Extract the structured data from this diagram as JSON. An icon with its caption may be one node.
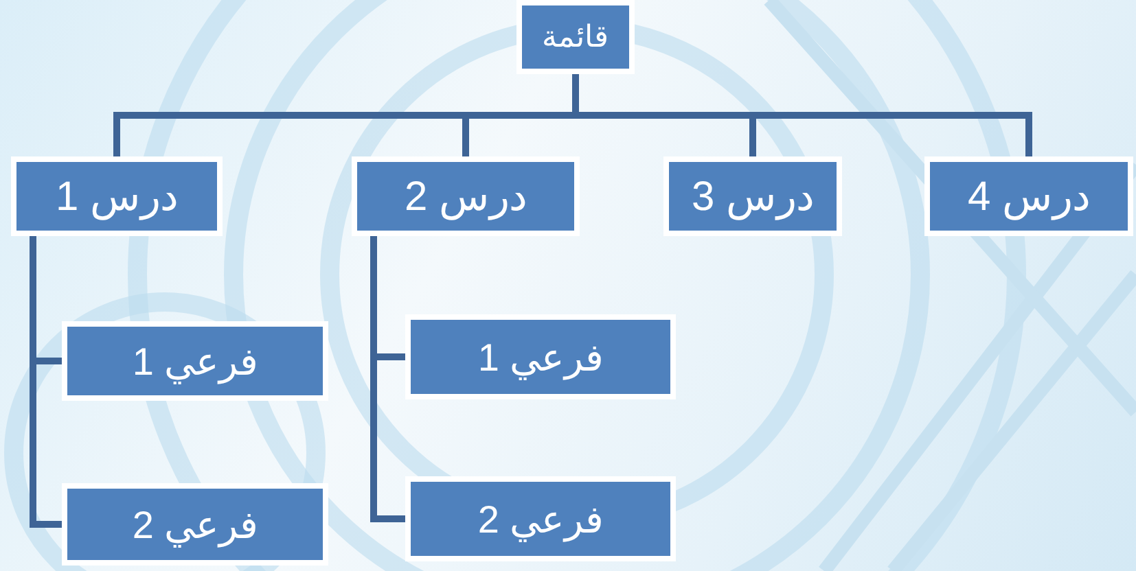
{
  "diagram": {
    "nodes": [
      {
        "text": [
          "قائمة"
        ]
      },
      {
        "text": [
          "درس 1"
        ]
      },
      {
        "text": [
          "درس 2"
        ]
      },
      {
        "text": [
          "درس 3"
        ]
      },
      {
        "text": [
          "درس 4"
        ]
      },
      {
        "text": [
          "فرعي 1"
        ]
      },
      {
        "text": [
          "فرعي 2"
        ]
      },
      {
        "text": [
          "فرعي 1"
        ]
      },
      {
        "text": [
          "فرعي 2"
        ]
      }
    ],
    "edges": [
      {
        "from": 0,
        "to": 1,
        "arrow": "none"
      },
      {
        "from": 0,
        "to": 2,
        "arrow": "none"
      },
      {
        "from": 0,
        "to": 3,
        "arrow": "none"
      },
      {
        "from": 0,
        "to": 4,
        "arrow": "none"
      },
      {
        "from": 1,
        "to": 5,
        "arrow": "none"
      },
      {
        "from": 1,
        "to": 6,
        "arrow": "none"
      },
      {
        "from": 2,
        "to": 7,
        "arrow": "none"
      },
      {
        "from": 2,
        "to": 8,
        "arrow": "none"
      }
    ]
  }
}
